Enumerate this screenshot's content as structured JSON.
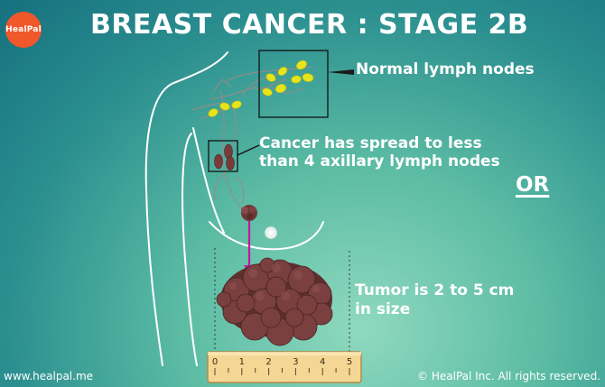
{
  "brand": {
    "logo_text": "HealPal",
    "accent": "#f0572a"
  },
  "title": "BREAST CANCER : STAGE 2B",
  "labels": {
    "normal_nodes": "Normal lymph nodes",
    "spread": "Cancer has spread to less than 4 axillary lymph nodes",
    "or": "OR",
    "tumor": "Tumor is 2 to 5 cm in size"
  },
  "ruler": {
    "ticks": [
      "0",
      "1",
      "2",
      "3",
      "4",
      "5"
    ],
    "color": "#f4d795"
  },
  "colors": {
    "normal_node": "#e6e41a",
    "cancer_node": "#7a3a3a",
    "tumor": "#6e3838",
    "arrow": "#c2179f"
  },
  "footer": {
    "website": "www.healpal.me",
    "copyright": "© HealPal Inc. All rights reserved."
  }
}
